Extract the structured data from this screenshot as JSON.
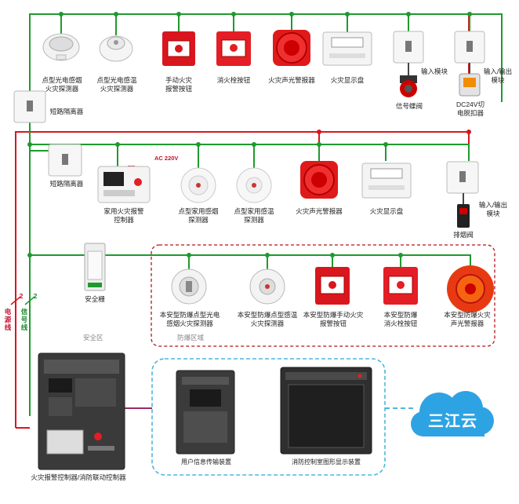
{
  "top_row": {
    "smoke_detector": "点型光电感烟\n火灾探测器",
    "heat_detector": "点型光电感温\n火灾探测器",
    "manual_alarm": "手动火灾\n报警按钮",
    "hydrant_button": "消火栓按钮",
    "sound_light_alarm": "火灾声光警报器",
    "display_panel": "火灾显示盘",
    "io_module_1": "输入模块",
    "signal_valve": "信号蝶阀",
    "io_module_2": "输入/输出\n模块",
    "dc24_release": "DC24V切\n电脱扣器"
  },
  "left": {
    "isolator_1": "短路隔离器",
    "isolator_2": "短路隔离器",
    "power_line": "电源线",
    "signal_line": "信号线",
    "power_mark": "2",
    "signal_mark": "2"
  },
  "middle_row": {
    "ac220": "AC 220V",
    "home_controller": "家用火灾报警\n控制器",
    "home_smoke": "点型家用感烟\n探测器",
    "home_heat": "点型家用感温\n探测器",
    "sound_light_alarm": "火灾声光警报器",
    "display_panel": "火灾显示盘",
    "io_module": "输入/输出\n模块",
    "smoke_exhaust_valve": "排烟阀"
  },
  "explosion_row": {
    "safety_barrier": "安全栅",
    "safe_zone": "安全区",
    "hazard_zone": "防爆区域",
    "ex_smoke": "本安型防爆点型光电\n感烟火灾探测器",
    "ex_heat": "本安型防爆点型感温\n火灾探测器",
    "ex_manual": "本安型防爆手动火灾\n报警按钮",
    "ex_hydrant": "本安型防爆\n消火栓按钮",
    "ex_sound_light": "本安型防爆火灾\n声光警报器"
  },
  "bottom": {
    "main_controller": "火灾报警控制器/消防联动控制器",
    "user_transmission": "用户信息传输装置",
    "graphic_display": "消防控制室图形显示装置",
    "cloud": "三江云"
  },
  "colors": {
    "power": "#d9161e",
    "signal": "#1e9a2e",
    "purple": "#9b2a6a",
    "dash_blue": "#4fb6dc",
    "zone_red": "#b3151c",
    "cloud": "#2ea3e3"
  }
}
